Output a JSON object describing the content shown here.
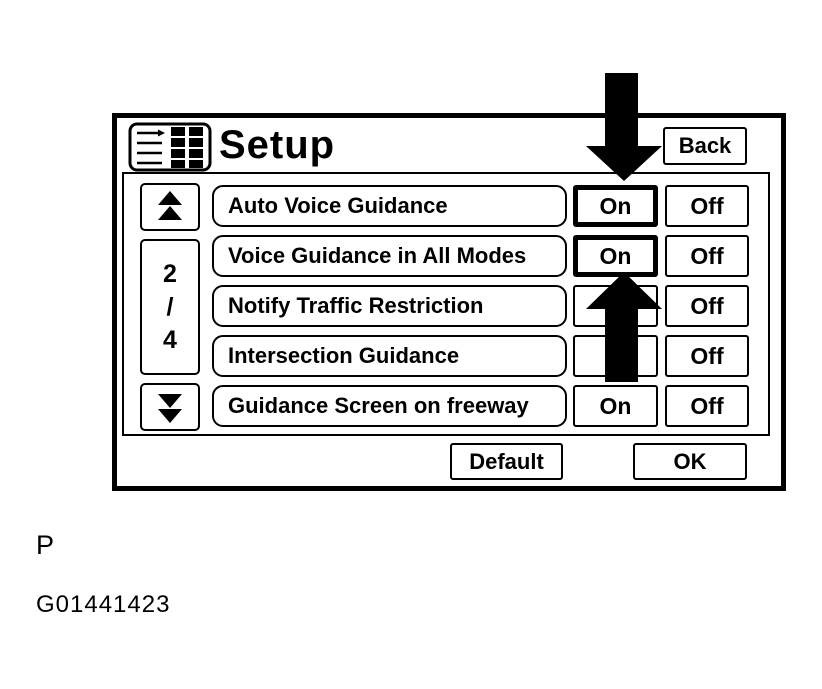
{
  "figure": {
    "label_p": "P",
    "figure_id": "G01441423"
  },
  "panel": {
    "title": "Setup",
    "title_icon": "menu-list-icon",
    "back_button": "Back",
    "pagination": {
      "current_page": "2",
      "separator": "/",
      "total_pages": "4"
    },
    "rows": [
      {
        "label": "Auto Voice Guidance",
        "on": "On",
        "off": "Off",
        "on_selected": true,
        "on_text_visible": true
      },
      {
        "label": "Voice Guidance in All Modes",
        "on": "On",
        "off": "Off",
        "on_selected": true,
        "on_text_visible": true
      },
      {
        "label": "Notify Traffic Restriction",
        "on": "",
        "off": "Off",
        "on_selected": false,
        "on_text_visible": false
      },
      {
        "label": "Intersection Guidance",
        "on": "",
        "off": "Off",
        "on_selected": false,
        "on_text_visible": false
      },
      {
        "label": "Guidance Screen on freeway",
        "on": "On",
        "off": "Off",
        "on_selected": false,
        "on_text_visible": true
      }
    ],
    "default_button": "Default",
    "ok_button": "OK"
  },
  "annotations": {
    "down_arrow_target": "auto-voice-guidance-on-button",
    "up_arrow_target": "voice-guidance-all-modes-on-button"
  },
  "colors": {
    "ink": "#000000",
    "background": "#ffffff"
  }
}
